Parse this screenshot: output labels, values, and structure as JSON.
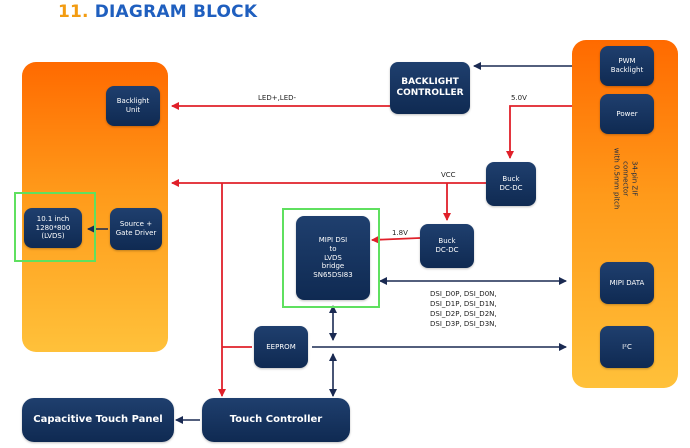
{
  "header": {
    "number": "11.",
    "title": "DIAGRAM BLOCK"
  },
  "blocks": {
    "backlight_unit": "Backlight\nUnit",
    "lcd": "10.1 inch\n1280*800\n(LVDS)",
    "source_gate": "Source +\nGate Driver",
    "backlight_controller": "BACKLIGHT\nCONTROLLER",
    "buck_top": "Buck\nDC-DC",
    "buck_mid": "Buck\nDC-DC",
    "bridge": "MIPI DSI\nto\nLVDS\nbridge\nSN65DSI83",
    "eeprom": "EEPROM",
    "touch_controller": "Touch Controller",
    "touch_panel": "Capacitive Touch Panel",
    "pwm_backlight": "PWM\nBacklight",
    "power": "Power",
    "mipi_data": "MIPI DATA",
    "i2c": "I²C"
  },
  "connector_label": "34-pin ZIF connector\nwith 0.5mm pitch",
  "labels": {
    "led": "LED+,LED-",
    "v5": "5.0V",
    "vcc": "VCC",
    "v18": "1.8V",
    "dsi": "DSI_D0P, DSI_D0N,\nDSI_D1P, DSI_D1N,\nDSI_D2P, DSI_D2N,\nDSI_D3P, DSI_D3N,"
  },
  "colors": {
    "title_blue": "#1f5fbf",
    "title_orange": "#f39c12",
    "power_red": "#e0202a",
    "signal_navy": "#1a2a52",
    "highlight_green": "#5fe05f"
  }
}
